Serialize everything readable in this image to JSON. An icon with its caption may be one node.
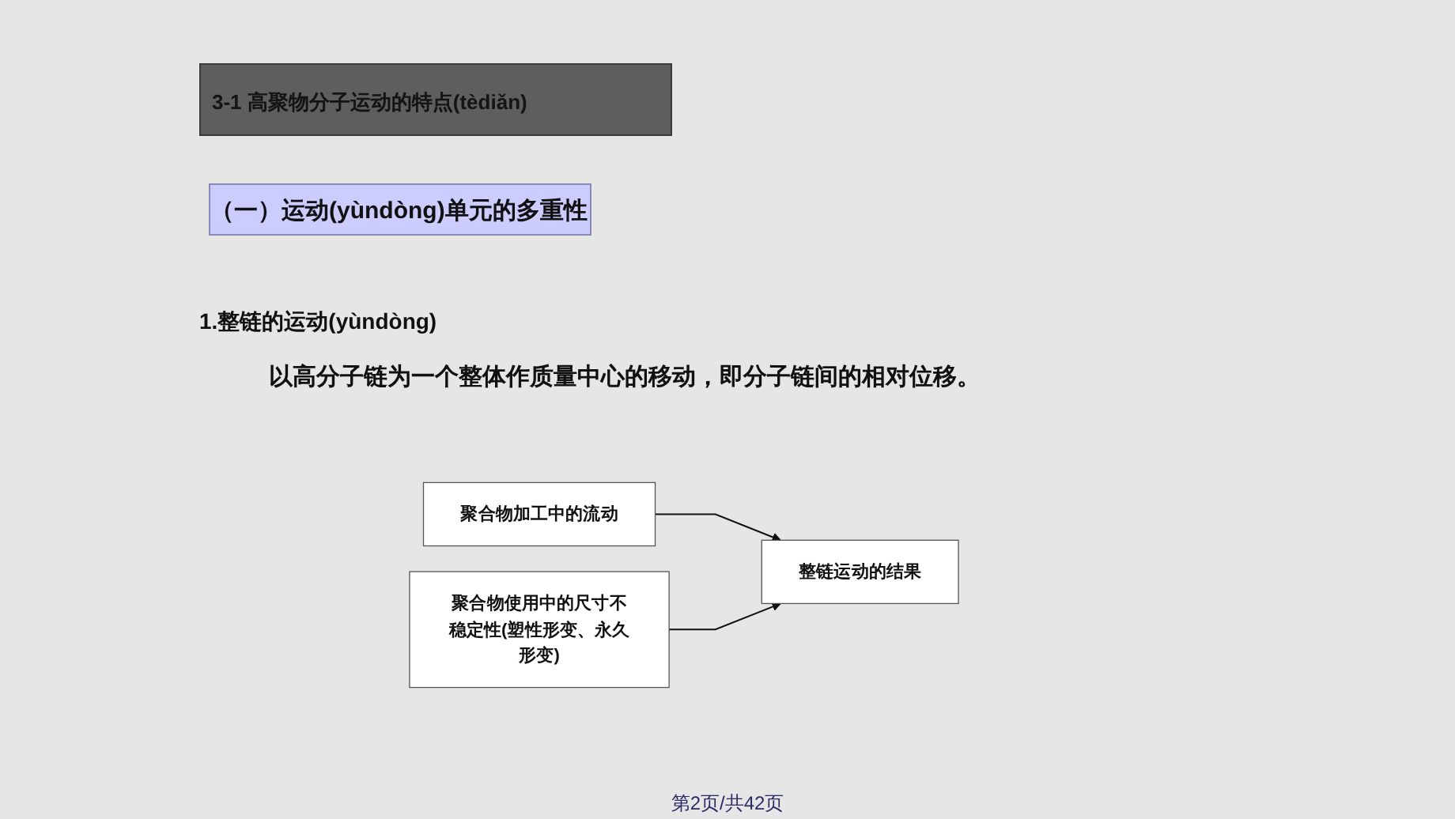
{
  "diagram": {
    "title": "3-1 高聚物分子运动的特点(tèdiǎn)",
    "nodes": [
      {
        "text": [
          "聚合物加工中的流动"
        ]
      },
      {
        "text": [
          "聚合物使用中的尺寸不稳定性(塑性形变、永久形变)"
        ]
      },
      {
        "text": [
          "整链运动的结果"
        ]
      }
    ],
    "edges": [
      {
        "from": 0,
        "to": 2,
        "arrow": "to"
      },
      {
        "from": 1,
        "to": 2,
        "arrow": "to"
      }
    ],
    "labels": [
      "（一）运动(yùndòng)单元的多重性",
      "1.整链的运动(yùndòng)",
      "以高分子链为一个整体作质量中心的移动，即分子链间的相对位移。",
      "第2页/共42页"
    ]
  }
}
